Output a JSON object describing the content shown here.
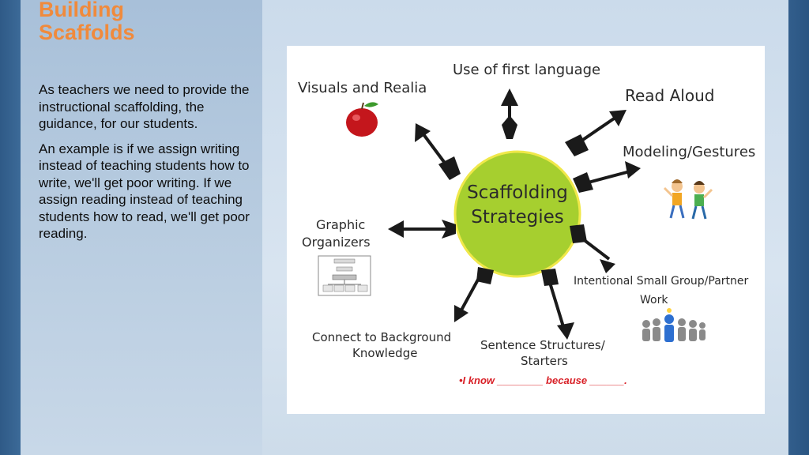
{
  "slide": {
    "title_line1": "Building",
    "title_line2": "Scaffolds",
    "paragraphs": [
      "As teachers we need to provide the instructional scaffolding, the guidance, for our students.",
      "An example is if we assign writing instead of teaching students how to write, we'll get poor writing. If we assign reading instead of teaching students how to read, we'll get poor reading."
    ]
  },
  "diagram": {
    "center_line1": "Scaffolding",
    "center_line2": "Strategies",
    "labels": {
      "first_language": "Use of first language",
      "visuals": "Visuals and Realia",
      "read_aloud": "Read Aloud",
      "modeling": "Modeling/Gestures",
      "graphic_line1": "Graphic",
      "graphic_line2": "Organizers",
      "small_group_line1": "Intentional Small Group/Partner",
      "small_group_line2": "Work",
      "background_line1": "Connect to Background",
      "background_line2": "Knowledge",
      "sentence_line1": "Sentence Structures/",
      "sentence_line2": "Starters",
      "starter_example": "•I know ________ because ______."
    },
    "colors": {
      "center_fill": "#a6cf2f",
      "arrow": "#1a1a1a",
      "starter_text": "#d81f26",
      "title_orange": "#f08a3c"
    }
  }
}
